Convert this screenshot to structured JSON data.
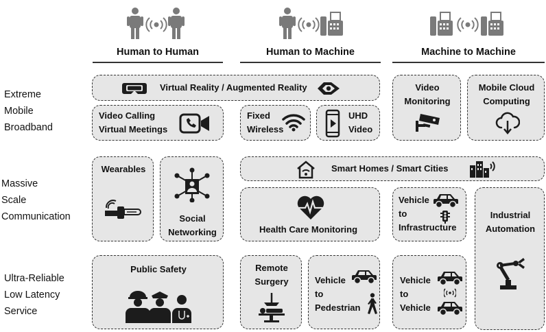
{
  "columns": {
    "h2h": "Human to Human",
    "h2m": "Human to Machine",
    "m2m": "Machine to Machine"
  },
  "rows": {
    "embb": "Extreme\nMobile\nBroadband",
    "mmtc": "Massive\nScale\nCommunication",
    "urllc": "Ultra-Reliable\nLow Latency\nService"
  },
  "cells": {
    "vr_ar": "Virtual Reality / Augmented Reality",
    "video_calling": "Video Calling\nVirtual Meetings",
    "fixed_wireless": "Fixed\nWireless",
    "uhd_video": "UHD\nVideo",
    "video_monitoring": "Video\nMonitoring",
    "mobile_cloud": "Mobile Cloud\nComputing",
    "wearables": "Wearables",
    "social_networking": "Social\nNetworking",
    "smart_homes": "Smart Homes / Smart Cities",
    "health_care": "Health Care Monitoring",
    "vehicle_infra": "Vehicle\nto\nInfrastructure",
    "industrial_automation": "Industrial\nAutomation",
    "public_safety": "Public Safety",
    "remote_surgery": "Remote\nSurgery",
    "vehicle_pedestrian": "Vehicle\nto\nPedestrian",
    "vehicle_vehicle": "Vehicle\nto\nVehicle"
  },
  "icons": {
    "header_h2h": [
      "person-icon",
      "wireless-signal-icon",
      "person-icon"
    ],
    "header_h2m": [
      "person-icon",
      "wireless-signal-icon",
      "fax-machine-icon"
    ],
    "header_m2m": [
      "fax-machine-icon",
      "wireless-signal-icon",
      "fax-machine-icon"
    ]
  },
  "colors": {
    "box_fill": "#e6e6e6",
    "icon_dark": "#1c1c1c",
    "icon_gray": "#7a7a7a"
  }
}
